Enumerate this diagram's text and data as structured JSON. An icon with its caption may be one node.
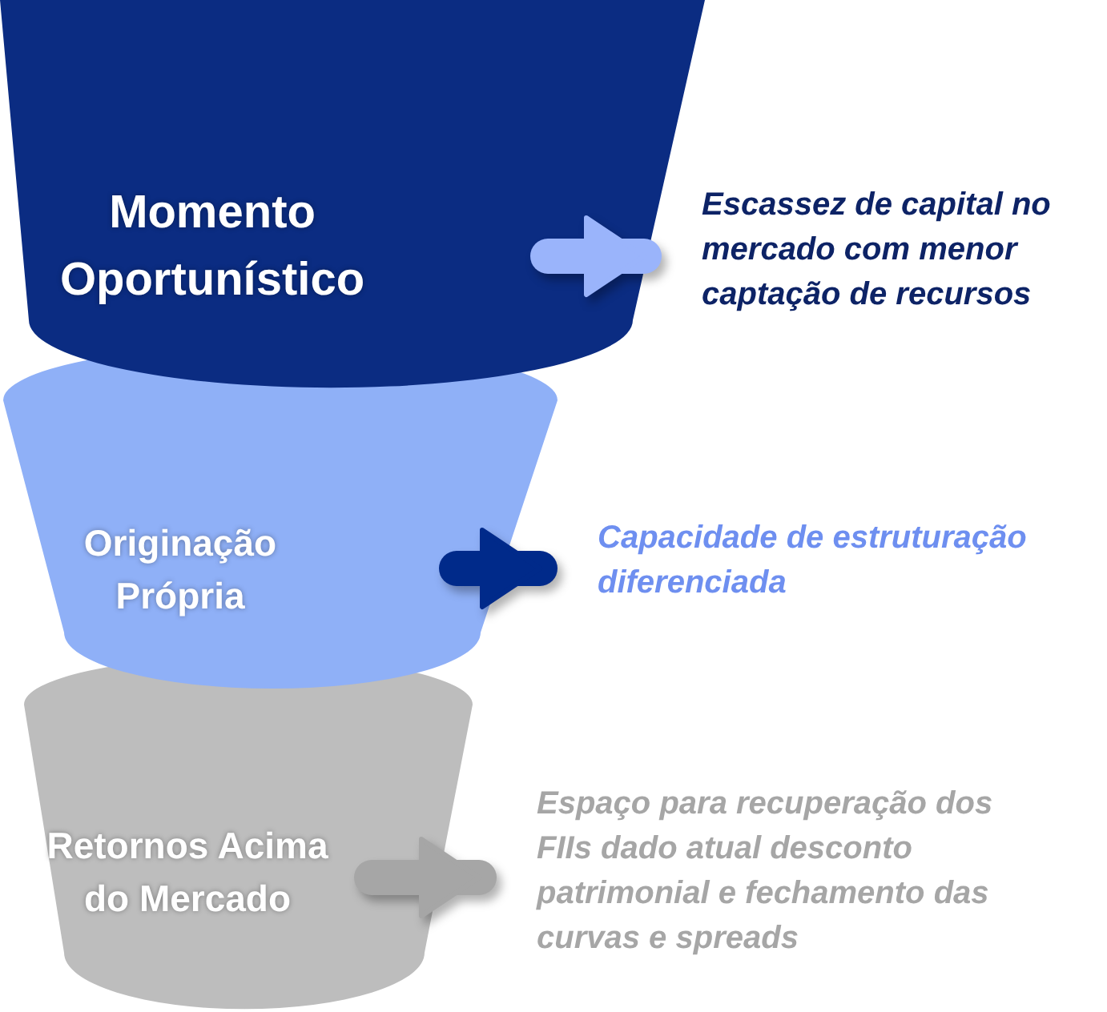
{
  "diagram": {
    "nodes": [
      {
        "text": [
          "Momento Oportunístico"
        ]
      },
      {
        "text": [
          "Originação Própria"
        ]
      },
      {
        "text": [
          "Retornos Acima do Mercado"
        ]
      },
      {
        "text": [
          "Escassez de capital no mercado com menor captação de recursos"
        ]
      },
      {
        "text": [
          "Capacidade de estruturação diferenciada"
        ]
      },
      {
        "text": [
          "Espaço para recuperação dos FIIs dado atual desconto patrimonial e fechamento das curvas e spreads"
        ]
      }
    ],
    "edges": [
      {
        "from": 0,
        "to": 3,
        "arrow": "to",
        "color": "#9ab4fb"
      },
      {
        "from": 1,
        "to": 4,
        "arrow": "to",
        "color": "#002a8a"
      },
      {
        "from": 2,
        "to": 5,
        "arrow": "to",
        "color": "#a6a6a6"
      }
    ]
  }
}
